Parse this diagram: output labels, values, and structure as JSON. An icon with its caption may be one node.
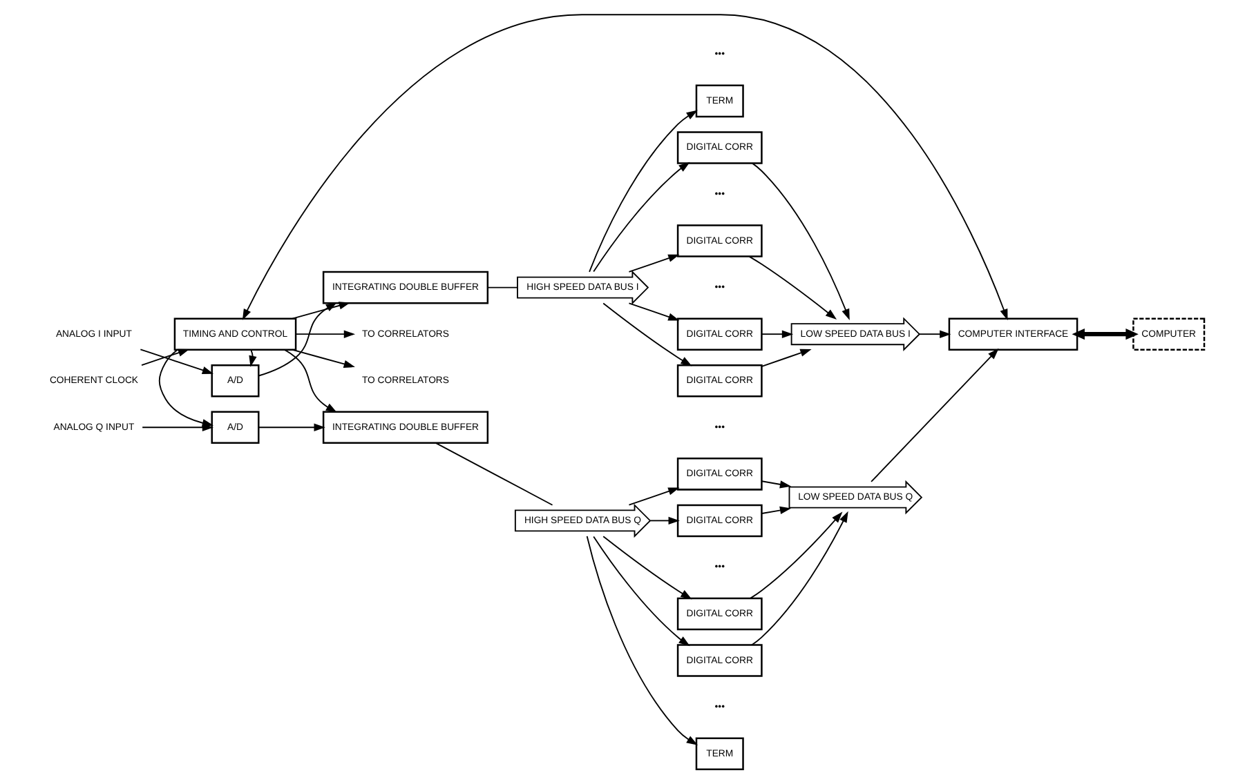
{
  "diagram": {
    "nodes": [
      {
        "text": [
          "ANALOG I INPUT"
        ]
      },
      {
        "text": [
          "A/D"
        ]
      },
      {
        "text": [
          "INTEGRATING DOUBLE BUFFER"
        ]
      },
      {
        "text": [
          "HIGH SPEED DATA BUS I"
        ]
      },
      {
        "text": [
          "TERM"
        ]
      },
      {
        "text": [
          "DIGITAL CORR"
        ]
      },
      {
        "text": [
          "DIGITAL CORR"
        ]
      },
      {
        "text": [
          "DIGITAL CORR"
        ]
      },
      {
        "text": [
          "DIGITAL CORR"
        ]
      },
      {
        "text": [
          "TO CORRELATORS"
        ]
      },
      {
        "text": [
          "LOW SPEED DATA BUS I"
        ]
      },
      {
        "text": [
          "COHERENT CLOCK"
        ]
      },
      {
        "text": [
          "TIMING AND CONTROL"
        ]
      },
      {
        "text": [
          "COMPUTER INTERFACE"
        ]
      },
      {
        "text": [
          "COMPUTER"
        ]
      },
      {
        "text": [
          "LOW SPEED DATA BUS Q"
        ]
      },
      {
        "text": [
          "TO CORRELATORS"
        ]
      },
      {
        "text": [
          "DIGITAL CORR"
        ]
      },
      {
        "text": [
          "DIGITAL CORR"
        ]
      },
      {
        "text": [
          "DIGITAL CORR"
        ]
      },
      {
        "text": [
          "DIGITAL CORR"
        ]
      },
      {
        "text": [
          "ANALOG Q INPUT"
        ]
      },
      {
        "text": [
          "A/D"
        ]
      },
      {
        "text": [
          "INTEGRATING DOUBLE BUFFER"
        ]
      },
      {
        "text": [
          "HIGH SPEED DATA BUS Q"
        ]
      },
      {
        "text": [
          "TERM"
        ]
      }
    ],
    "edges": [
      {
        "from": 0,
        "to": 1,
        "arrow": "to"
      },
      {
        "from": 1,
        "to": 2,
        "arrow": "to"
      },
      {
        "from": 2,
        "to": 3,
        "arrow": "none"
      },
      {
        "from": 3,
        "to": 4,
        "arrow": "to"
      },
      {
        "from": 3,
        "to": 5,
        "arrow": "to"
      },
      {
        "from": 3,
        "to": 6,
        "arrow": "to"
      },
      {
        "from": 3,
        "to": 7,
        "arrow": "to"
      },
      {
        "from": 3,
        "to": 8,
        "arrow": "to"
      },
      {
        "from": 5,
        "to": 10,
        "arrow": "to"
      },
      {
        "from": 6,
        "to": 10,
        "arrow": "to"
      },
      {
        "from": 7,
        "to": 10,
        "arrow": "to"
      },
      {
        "from": 8,
        "to": 10,
        "arrow": "to"
      },
      {
        "from": 10,
        "to": 13,
        "arrow": "to"
      },
      {
        "from": 11,
        "to": 12,
        "arrow": "to"
      },
      {
        "from": 12,
        "to": 1,
        "arrow": "to"
      },
      {
        "from": 12,
        "to": 2,
        "arrow": "to"
      },
      {
        "from": 12,
        "to": 9,
        "arrow": "to"
      },
      {
        "from": 12,
        "to": 16,
        "arrow": "to"
      },
      {
        "from": 13,
        "to": 12,
        "arrow": "both"
      },
      {
        "from": 13,
        "to": 14,
        "arrow": "both",
        "style": "thick"
      },
      {
        "from": 15,
        "to": 13,
        "arrow": "to"
      },
      {
        "from": 17,
        "to": 15,
        "arrow": "to"
      },
      {
        "from": 18,
        "to": 15,
        "arrow": "to"
      },
      {
        "from": 19,
        "to": 15,
        "arrow": "to"
      },
      {
        "from": 20,
        "to": 15,
        "arrow": "to"
      },
      {
        "from": 24,
        "to": 17,
        "arrow": "to"
      },
      {
        "from": 24,
        "to": 18,
        "arrow": "to"
      },
      {
        "from": 24,
        "to": 19,
        "arrow": "to"
      },
      {
        "from": 24,
        "to": 20,
        "arrow": "to"
      },
      {
        "from": 12,
        "to": 22,
        "arrow": "to"
      },
      {
        "from": 12,
        "to": 23,
        "arrow": "to"
      },
      {
        "from": 21,
        "to": 22,
        "arrow": "to"
      },
      {
        "from": 22,
        "to": 23,
        "arrow": "to"
      },
      {
        "from": 23,
        "to": 24,
        "arrow": "none"
      },
      {
        "from": 24,
        "to": 25,
        "arrow": "to"
      }
    ],
    "labels": [
      "•••",
      "•••",
      "•••",
      "•••",
      "•••",
      "•••"
    ]
  }
}
